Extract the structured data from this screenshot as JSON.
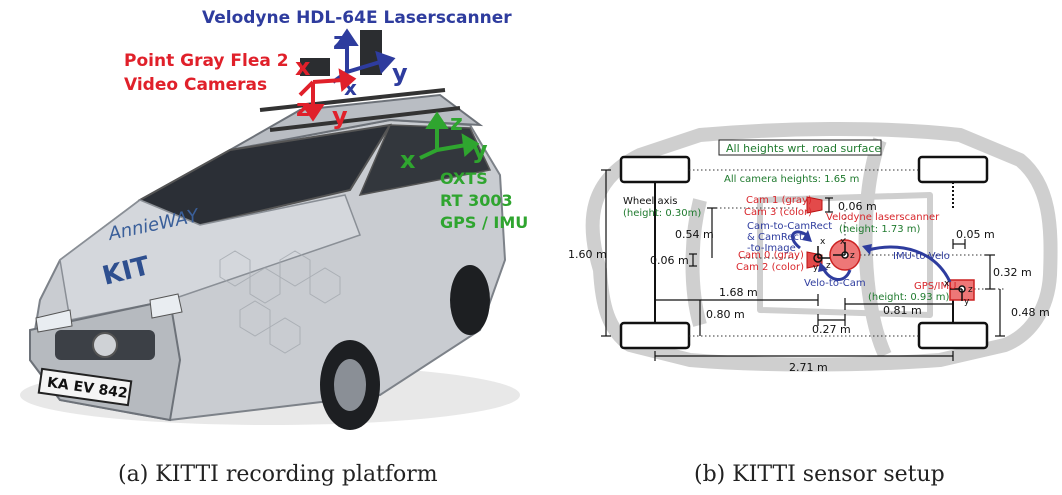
{
  "photo": {
    "lidar_label": "Velodyne HDL-64E Laserscanner",
    "camera_label_1": "Point Gray Flea 2",
    "camera_label_2": "Video Cameras",
    "imu_label_1": "OXTS",
    "imu_label_2": "RT 3003",
    "imu_label_3": "GPS / IMU",
    "plate": "KA EV 842",
    "car_brand_text": "AnnieWAY",
    "kit_text": "KIT",
    "axis_x": "x",
    "axis_y": "y",
    "axis_z": "z",
    "colors": {
      "lidar": "#2e3c9e",
      "camera": "#e0202a",
      "imu": "#2fa52f"
    }
  },
  "diagram": {
    "heights_note": "All heights wrt. road surface",
    "all_camera_heights": "All camera heights: 1.65 m",
    "wheel_axis": "Wheel axis",
    "wheel_axis_height": "(height: 0.30m)",
    "cam1": "Cam 1 (gray)",
    "cam3": "Cam 3 (color)",
    "cam0": "Cam 0 (gray)",
    "cam2": "Cam 2 (color)",
    "velodyne": "Velodyne laserscanner",
    "velodyne_height": "(height: 1.73 m)",
    "cam_to_camrect_1": "Cam-to-CamRect",
    "cam_to_camrect_2": "& CamRect",
    "cam_to_camrect_3": "-to-Image",
    "velo_to_cam": "Velo-to-Cam",
    "imu_to_velo": "IMU-to-Velo",
    "gps_imu": "GPS/IMU",
    "gps_imu_height": "(height: 0.93 m)",
    "dims": {
      "d_160": "1.60 m",
      "d_054": "0.54 m",
      "d_006_left": "0.06 m",
      "d_006_top": "0.06 m",
      "d_168": "1.68 m",
      "d_080": "0.80 m",
      "d_027": "0.27 m",
      "d_081": "0.81 m",
      "d_271": "2.71 m",
      "d_005": "0.05 m",
      "d_032": "0.32 m",
      "d_048": "0.48 m"
    },
    "axes": {
      "x": "x",
      "y": "y",
      "z": "z"
    },
    "colors": {
      "red": "#d8262b",
      "blue": "#2e3c9e",
      "green": "#1f7a2e"
    }
  },
  "captions": {
    "a": "(a) KITTI recording platform",
    "b": "(b) KITTI sensor setup"
  }
}
